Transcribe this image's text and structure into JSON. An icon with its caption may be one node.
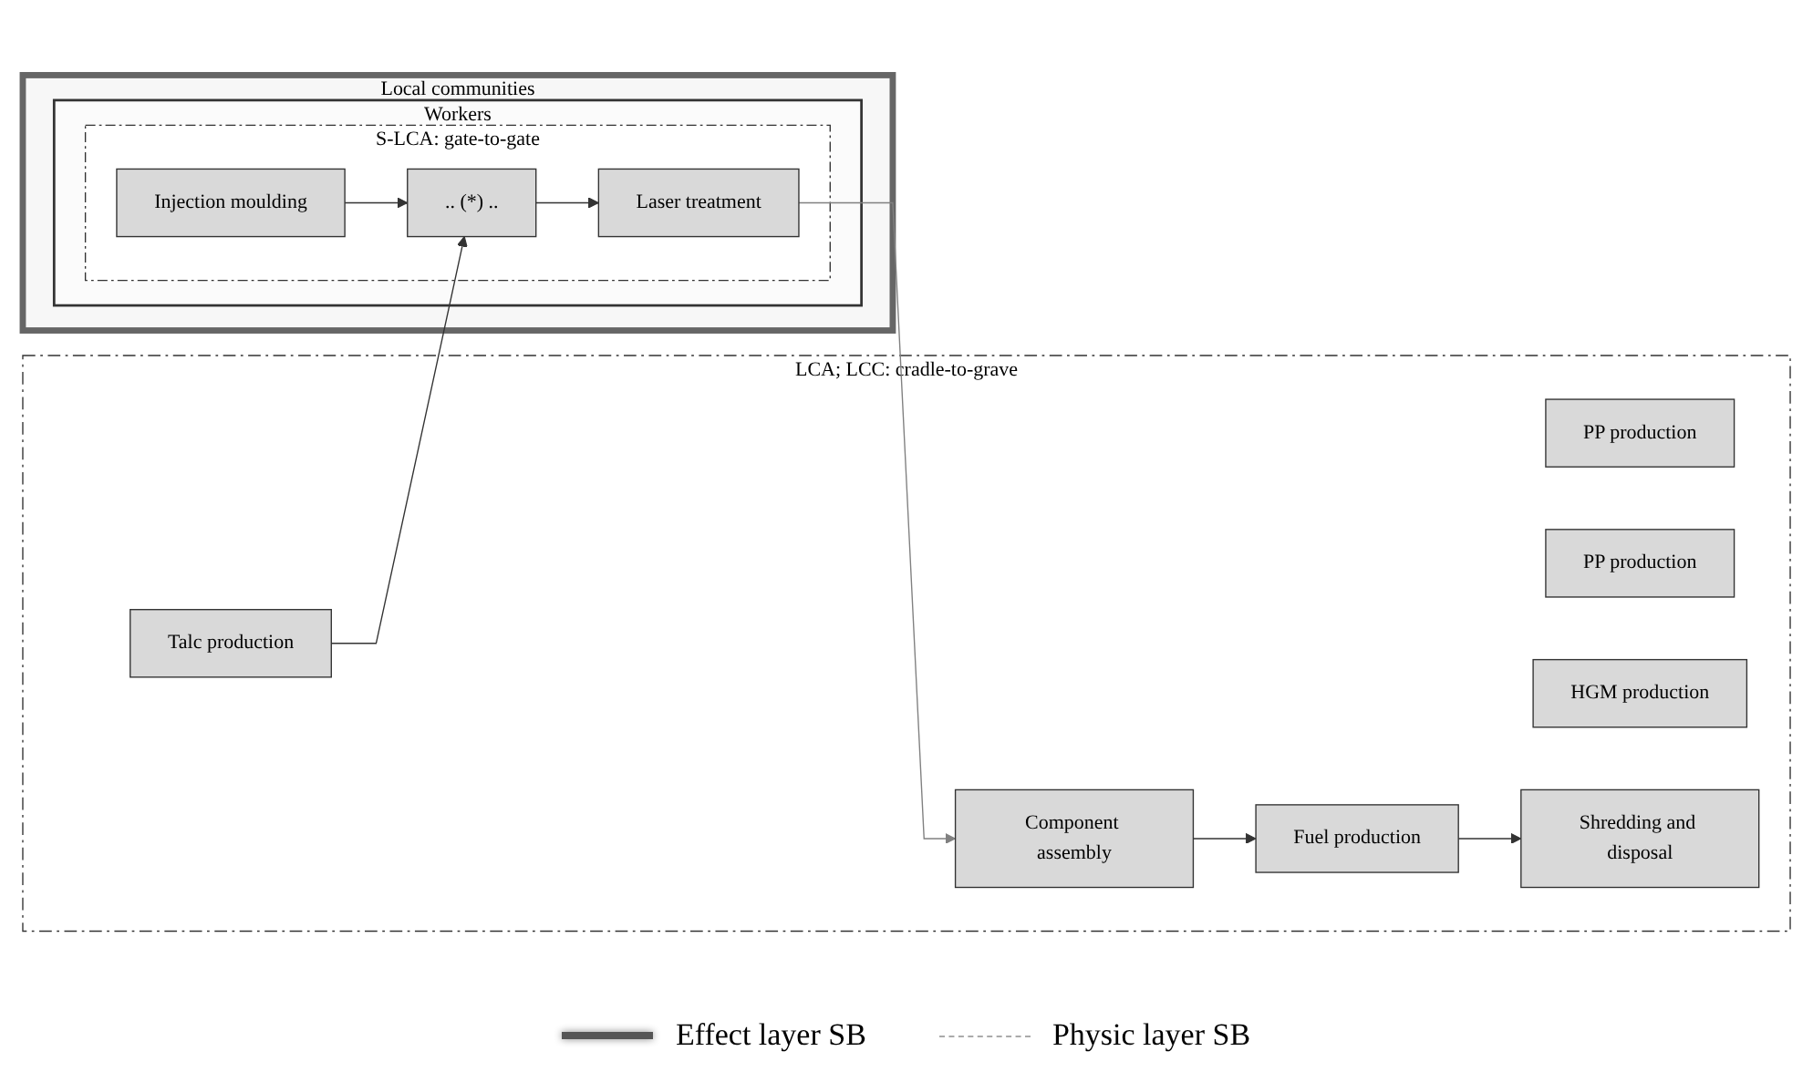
{
  "diagram": {
    "nodes": [
      {
        "text": [
          "LCA; LCC: cradle-to-grave"
        ]
      },
      {
        "text": [
          "PP production"
        ],
        "in": 0
      },
      {
        "text": [
          "Talc production"
        ],
        "in": 0
      },
      {
        "text": [
          "PP production"
        ],
        "in": 0
      },
      {
        "text": [
          "HGM production"
        ],
        "in": 0
      },
      {
        "text": [
          "Local communities"
        ]
      },
      {
        "text": [
          "Workers"
        ],
        "in": 5
      },
      {
        "text": [
          "S-LCA: gate-to-gate"
        ],
        "in": 6
      },
      {
        "text": [
          "Injection moulding"
        ],
        "in": 7
      },
      {
        "text": [
          ".. (*) .."
        ],
        "in": 7
      },
      {
        "text": [
          "Laser treatment"
        ],
        "in": 7
      },
      {
        "text": [
          "Component assembly"
        ],
        "in": 0
      },
      {
        "text": [
          "Fuel production"
        ],
        "in": 0
      },
      {
        "text": [
          "Shredding and disposal"
        ],
        "in": 0
      }
    ],
    "edges": [
      {
        "from": 2,
        "to": 9,
        "arrow": "to"
      },
      {
        "from": 8,
        "to": 9,
        "arrow": "to"
      },
      {
        "from": 9,
        "to": 10,
        "arrow": "to"
      },
      {
        "from": 10,
        "to": 11,
        "arrow": "to",
        "color": "#808080"
      },
      {
        "from": 11,
        "to": 12,
        "arrow": "to"
      },
      {
        "from": 12,
        "to": 13,
        "arrow": "to"
      }
    ],
    "legend": [
      {
        "text": "Effect layer SB"
      },
      {
        "text": "Physic layer SB"
      }
    ]
  }
}
